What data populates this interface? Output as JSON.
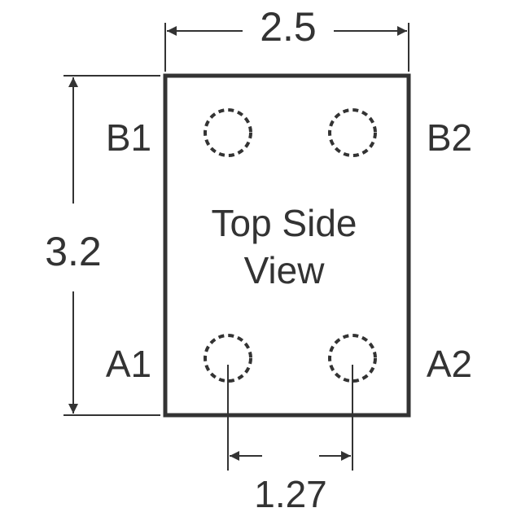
{
  "dimensions": {
    "width": "2.5",
    "height": "3.2",
    "pin_pitch": "1.27"
  },
  "pins": {
    "b1": "B1",
    "b2": "B2",
    "a1": "A1",
    "a2": "A2"
  },
  "view": {
    "line1": "Top Side",
    "line2": "View"
  },
  "colors": {
    "line": "#333333",
    "background": "#ffffff"
  }
}
